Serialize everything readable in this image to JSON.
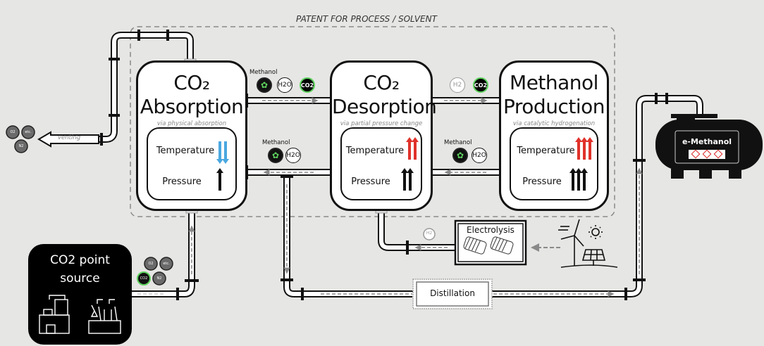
{
  "diagram": {
    "patent_label": "PATENT  FOR PROCESS / SOLVENT",
    "venting_label": "venting",
    "vent_gases": [
      "O2",
      "etc.",
      "N2"
    ],
    "source": {
      "title_line1": "CO2 point",
      "title_line2": "source",
      "gases": [
        "O2",
        "etc.",
        "CO2",
        "N2"
      ],
      "icons": [
        "refinery-icon",
        "power-plant-icon"
      ]
    },
    "units": [
      {
        "id": "absorption",
        "title_line1": "CO₂",
        "title_line2": "Absorption",
        "subtitle": "via physical absorption",
        "temperature_label": "Temperature",
        "temperature_trend": "down",
        "temperature_arrows": 2,
        "pressure_label": "Pressure",
        "pressure_trend": "up",
        "pressure_arrows": 1
      },
      {
        "id": "desorption",
        "title_line1": "CO₂",
        "title_line2": "Desorption",
        "subtitle": "via partial pressure change",
        "temperature_label": "Temperature",
        "temperature_trend": "up",
        "temperature_arrows": 2,
        "pressure_label": "Pressure",
        "pressure_trend": "up",
        "pressure_arrows": 2
      },
      {
        "id": "production",
        "title_line1": "Methanol",
        "title_line2": "Production",
        "subtitle": "via catalytic hydrogenation",
        "temperature_label": "Temperature",
        "temperature_trend": "up",
        "temperature_arrows": 3,
        "pressure_label": "Pressure",
        "pressure_trend": "up",
        "pressure_arrows": 3
      }
    ],
    "flows": {
      "abs_to_des": {
        "label": "Methanol",
        "molecules": [
          "Methanol",
          "H2O",
          "CO2"
        ]
      },
      "des_to_abs": {
        "label": "Methanol",
        "molecules": [
          "Methanol",
          "H2O"
        ]
      },
      "des_to_prod": {
        "molecules": [
          "H2",
          "CO2"
        ]
      },
      "prod_to_des": {
        "label": "Methanol",
        "molecules": [
          "Methanol",
          "H2O"
        ]
      },
      "electrolysis_h2": "H2"
    },
    "electrolysis_label": "Electrolysis",
    "distillation_label": "Distillation",
    "tank_label": "e-Methanol",
    "renewables": [
      "wind-turbine-icon",
      "sun-icon",
      "solar-panel-icon"
    ],
    "colors": {
      "background": "#e6e6e4",
      "cold": "#4aa8e0",
      "hot": "#e0322a",
      "co2_ring": "#5fd35f",
      "methanol_green": "#5fd35f",
      "dashed": "#8a8a8a"
    }
  }
}
